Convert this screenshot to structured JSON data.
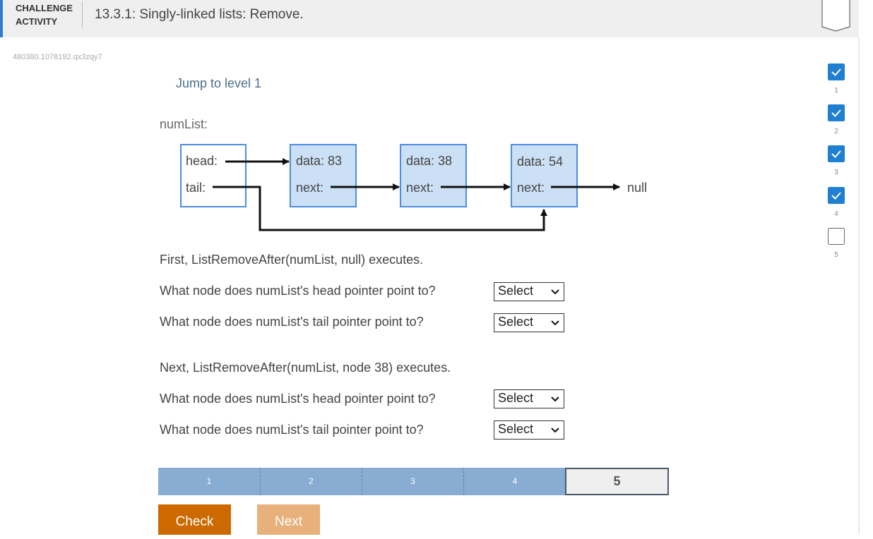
{
  "header": {
    "label": "CHALLENGE ACTIVITY",
    "title": "13.3.1: Singly-linked lists: Remove."
  },
  "activity_id": "480380.1078192.qx3zqy7",
  "jump_link": "Jump to level 1",
  "diagram": {
    "list_name": "numList:",
    "head_label": "head:",
    "tail_label": "tail:",
    "nodes": [
      {
        "data": "data: 83",
        "next": "next:"
      },
      {
        "data": "data: 38",
        "next": "next:"
      },
      {
        "data": "data: 54",
        "next": "next:"
      }
    ],
    "null_label": "null"
  },
  "steps": [
    {
      "sentence": "First, ListRemoveAfter(numList, null) executes.",
      "questions": [
        {
          "text": "What node does numList's head pointer point to?",
          "value": "Select"
        },
        {
          "text": "What node does numList's tail pointer point to?",
          "value": "Select"
        }
      ]
    },
    {
      "sentence": "Next, ListRemoveAfter(numList, node 38) executes.",
      "questions": [
        {
          "text": "What node does numList's head pointer point to?",
          "value": "Select"
        },
        {
          "text": "What node does numList's tail pointer point to?",
          "value": "Select"
        }
      ]
    }
  ],
  "levels": [
    "1",
    "2",
    "3",
    "4",
    "5"
  ],
  "current_level": 5,
  "buttons": {
    "check": "Check",
    "next": "Next"
  },
  "progress": [
    {
      "label": "1",
      "done": true
    },
    {
      "label": "2",
      "done": true
    },
    {
      "label": "3",
      "done": true
    },
    {
      "label": "4",
      "done": true
    },
    {
      "label": "5",
      "done": false
    }
  ],
  "colors": {
    "accent": "#2a7fd2",
    "check": "#cc6a00",
    "next": "#e8b07a",
    "level_done": "#88acd2",
    "node_fill": "#cce0f5"
  }
}
